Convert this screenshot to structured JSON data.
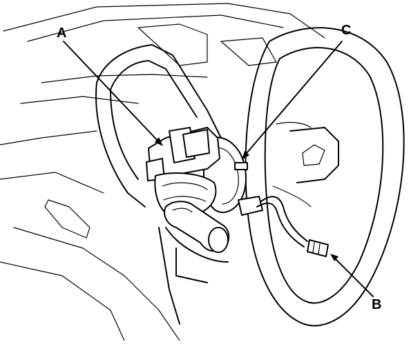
{
  "callouts": {
    "a": {
      "label": "A"
    },
    "b": {
      "label": "B"
    },
    "c": {
      "label": "C"
    }
  },
  "colors": {
    "ink": "#000000",
    "paper": "#ffffff"
  }
}
